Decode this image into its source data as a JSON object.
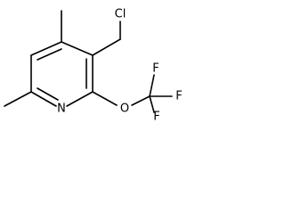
{
  "molecule": {
    "atoms": {
      "chlorine": "Cl",
      "nitrogen": "N",
      "oxygen": "O",
      "fluorine_top": "F",
      "fluorine_right": "F",
      "fluorine_bottom": "F"
    }
  }
}
